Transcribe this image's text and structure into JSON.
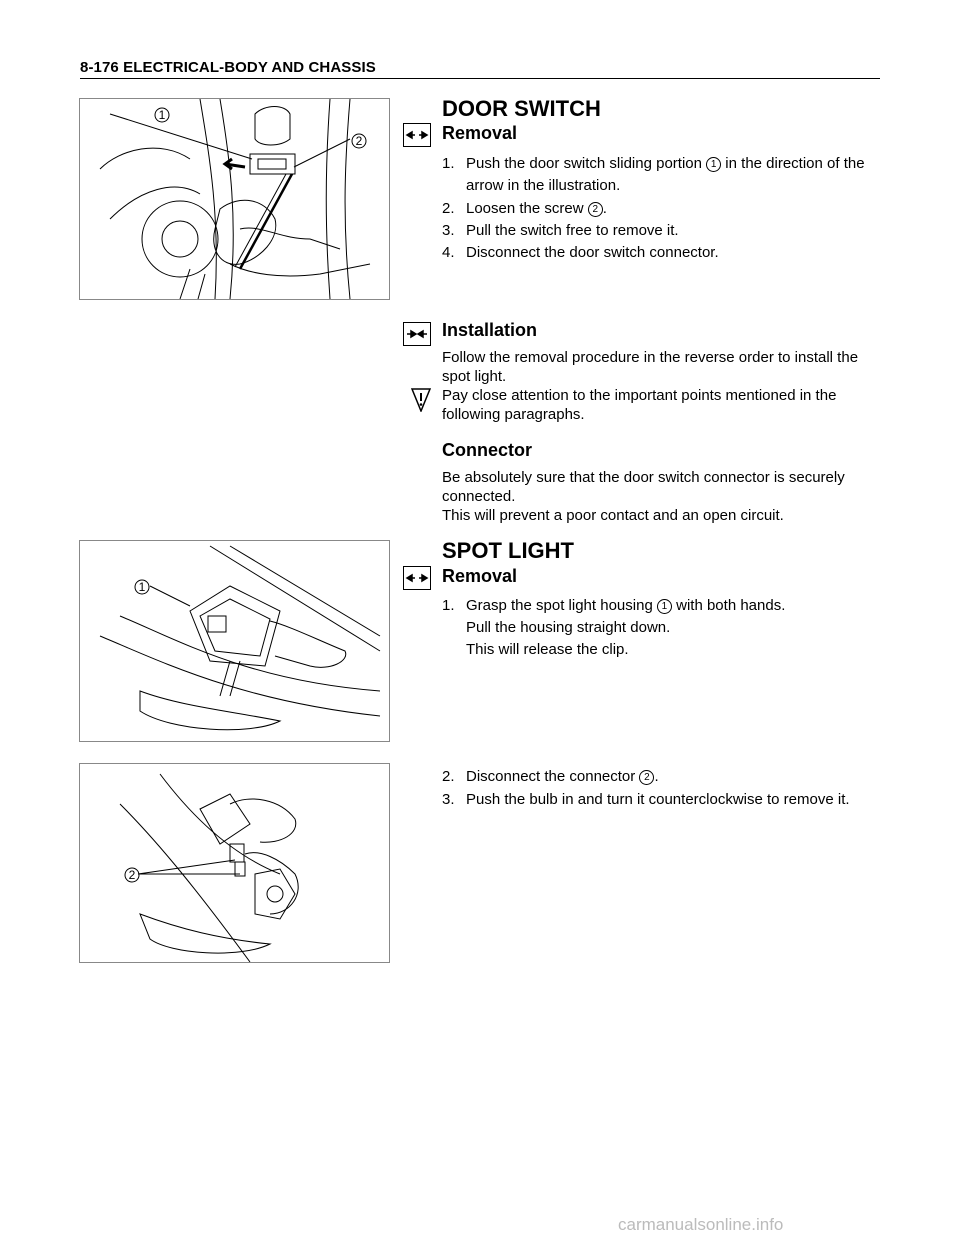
{
  "header": {
    "title": "8-176  ELECTRICAL-BODY AND CHASSIS"
  },
  "door_switch": {
    "heading": "DOOR SWITCH",
    "removal_heading": "Removal",
    "removal_icon": "removal-arrows-icon",
    "steps": [
      {
        "num": "1.",
        "pre": "Push the door switch sliding portion ",
        "marker": "1",
        "post": " in the direction of the"
      },
      {
        "num": "",
        "pre": "arrow in the illustration.",
        "marker": "",
        "post": ""
      },
      {
        "num": "2.",
        "pre": "Loosen the screw ",
        "marker": "2",
        "post": "."
      },
      {
        "num": "3.",
        "pre": "Pull the switch free to remove it.",
        "marker": "",
        "post": ""
      },
      {
        "num": "4.",
        "pre": "Disconnect the door switch connector.",
        "marker": "",
        "post": ""
      }
    ],
    "installation_heading": "Installation",
    "installation_icon": "installation-arrows-icon",
    "install_text_1": "Follow the removal procedure in the reverse order to install the",
    "install_text_2": "spot light.",
    "install_text_3": "Pay close attention to the important points mentioned in the",
    "install_text_4": "following paragraphs.",
    "connector_heading": "Connector",
    "connector_text_1": "Be absolutely sure that the door switch connector is securely",
    "connector_text_2": "connected.",
    "connector_text_3": "This will prevent a poor contact and an open circuit."
  },
  "spot_light": {
    "heading": "SPOT LIGHT",
    "removal_heading": "Removal",
    "step1_num": "1.",
    "step1_pre": "Grasp the spot light housing ",
    "step1_marker": "1",
    "step1_post": " with both hands.",
    "step1_line2": "Pull the housing straight down.",
    "step1_line3": "This will release the clip.",
    "step2_num": "2.",
    "step2_pre": "Disconnect the connector ",
    "step2_marker": "2",
    "step2_post": ".",
    "step3_num": "3.",
    "step3_text": "Push the bulb in and turn it counterclockwise to remove it."
  },
  "figures": {
    "fig1_callouts": [
      "1",
      "2"
    ],
    "fig2_callouts": [
      "1"
    ],
    "fig3_callouts": [
      "2"
    ]
  },
  "footer": {
    "watermark": "carmanualsonline.info"
  }
}
